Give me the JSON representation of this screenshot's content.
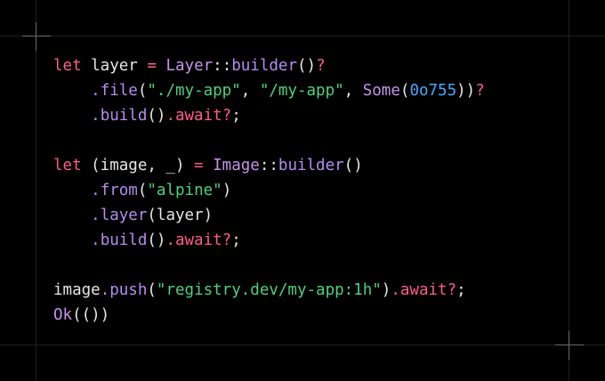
{
  "colors": {
    "background": "#000000",
    "keyword": "#ff5c8a",
    "type": "#c792ea",
    "method": "#b48cf0",
    "string": "#4fd07f",
    "number": "#4aa8ff",
    "text": "#e6e6e6"
  },
  "icons": [
    "crosshair-icon-top-left",
    "crosshair-icon-bottom-right"
  ],
  "code": {
    "language": "rust",
    "lines": [
      [
        {
          "k": "keyword",
          "t": "let"
        },
        {
          "k": "ident",
          "t": " layer "
        },
        {
          "k": "op",
          "t": "="
        },
        {
          "k": "ident",
          "t": " "
        },
        {
          "k": "type",
          "t": "Layer"
        },
        {
          "k": "punct",
          "t": "::"
        },
        {
          "k": "method",
          "t": "builder"
        },
        {
          "k": "punct",
          "t": "()"
        },
        {
          "k": "op",
          "t": "?"
        }
      ],
      [
        {
          "k": "ident",
          "t": "    "
        },
        {
          "k": "method",
          "t": ".file"
        },
        {
          "k": "punct",
          "t": "("
        },
        {
          "k": "string",
          "t": "\"./my-app\""
        },
        {
          "k": "punct",
          "t": ", "
        },
        {
          "k": "string",
          "t": "\"/my-app\""
        },
        {
          "k": "punct",
          "t": ", "
        },
        {
          "k": "type",
          "t": "Some"
        },
        {
          "k": "punct",
          "t": "("
        },
        {
          "k": "number",
          "t": "0o755"
        },
        {
          "k": "punct",
          "t": "))"
        },
        {
          "k": "op",
          "t": "?"
        }
      ],
      [
        {
          "k": "ident",
          "t": "    "
        },
        {
          "k": "method",
          "t": ".build"
        },
        {
          "k": "punct",
          "t": "()"
        },
        {
          "k": "keyword",
          "t": ".await"
        },
        {
          "k": "op",
          "t": "?"
        },
        {
          "k": "punct",
          "t": ";"
        }
      ],
      [],
      [
        {
          "k": "keyword",
          "t": "let"
        },
        {
          "k": "ident",
          "t": " (image, _) "
        },
        {
          "k": "op",
          "t": "="
        },
        {
          "k": "ident",
          "t": " "
        },
        {
          "k": "type",
          "t": "Image"
        },
        {
          "k": "punct",
          "t": "::"
        },
        {
          "k": "method",
          "t": "builder"
        },
        {
          "k": "punct",
          "t": "()"
        }
      ],
      [
        {
          "k": "ident",
          "t": "    "
        },
        {
          "k": "method",
          "t": ".from"
        },
        {
          "k": "punct",
          "t": "("
        },
        {
          "k": "string",
          "t": "\"alpine\""
        },
        {
          "k": "punct",
          "t": ")"
        }
      ],
      [
        {
          "k": "ident",
          "t": "    "
        },
        {
          "k": "method",
          "t": ".layer"
        },
        {
          "k": "punct",
          "t": "(layer)"
        }
      ],
      [
        {
          "k": "ident",
          "t": "    "
        },
        {
          "k": "method",
          "t": ".build"
        },
        {
          "k": "punct",
          "t": "()"
        },
        {
          "k": "keyword",
          "t": ".await"
        },
        {
          "k": "op",
          "t": "?"
        },
        {
          "k": "punct",
          "t": ";"
        }
      ],
      [],
      [
        {
          "k": "ident",
          "t": "image"
        },
        {
          "k": "method",
          "t": ".push"
        },
        {
          "k": "punct",
          "t": "("
        },
        {
          "k": "string",
          "t": "\"registry.dev/my-app:1h\""
        },
        {
          "k": "punct",
          "t": ")"
        },
        {
          "k": "keyword",
          "t": ".await"
        },
        {
          "k": "op",
          "t": "?"
        },
        {
          "k": "punct",
          "t": ";"
        }
      ],
      [
        {
          "k": "type",
          "t": "Ok"
        },
        {
          "k": "punct",
          "t": "(())"
        }
      ]
    ]
  }
}
